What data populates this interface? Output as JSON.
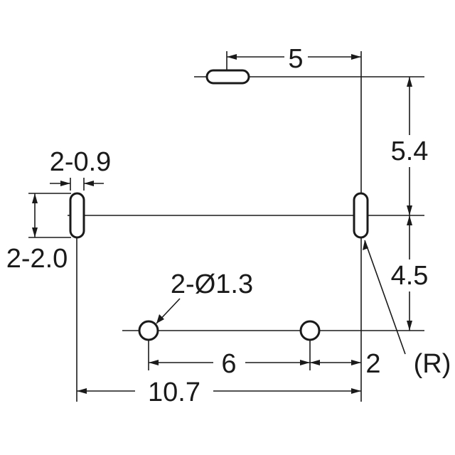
{
  "dimensions": {
    "top_offset": "5",
    "upper_vertical": "5.4",
    "slot_width": "2-0.9",
    "slot_length": "2-2.0",
    "hole_diameter": "2-Ø1.3",
    "lower_vertical": "4.5",
    "hole_spacing": "6",
    "hole_to_edge": "2",
    "overall_width": "10.7",
    "radius_note": "(R)"
  }
}
